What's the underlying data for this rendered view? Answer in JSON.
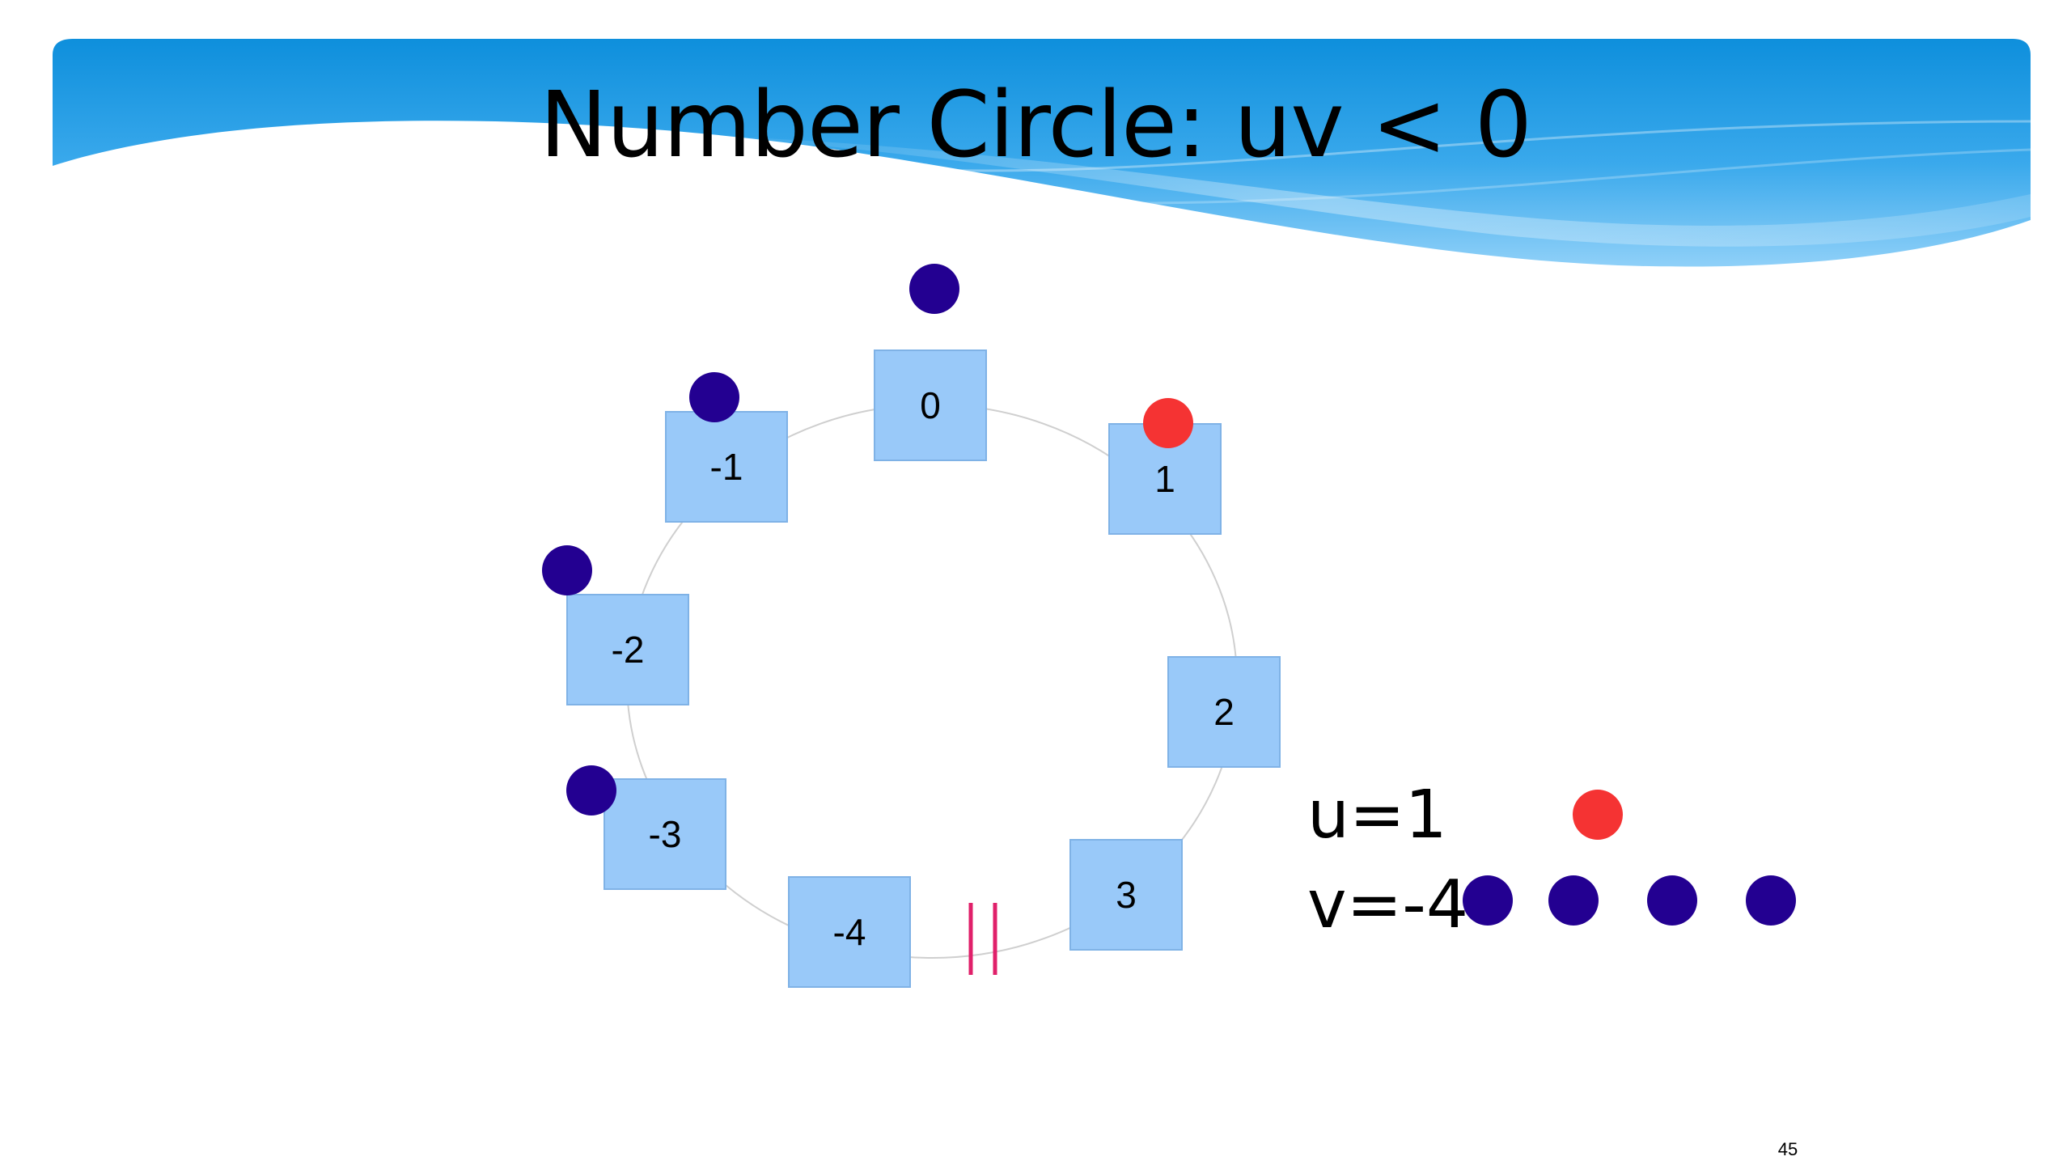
{
  "slide": {
    "title": "Number Circle: uv < 0",
    "page_number": "45"
  },
  "circle": {
    "labels": [
      "0",
      "1",
      "2",
      "3",
      "-4",
      "-3",
      "-2",
      "-1"
    ]
  },
  "equations": {
    "u": "u=1",
    "v": "v=-4"
  },
  "colors": {
    "header_blue": "#0e96e0",
    "box_fill": "#99c9f9",
    "u_dot": "#f53333",
    "v_dot": "#230091",
    "barrier": "#e0206a"
  }
}
